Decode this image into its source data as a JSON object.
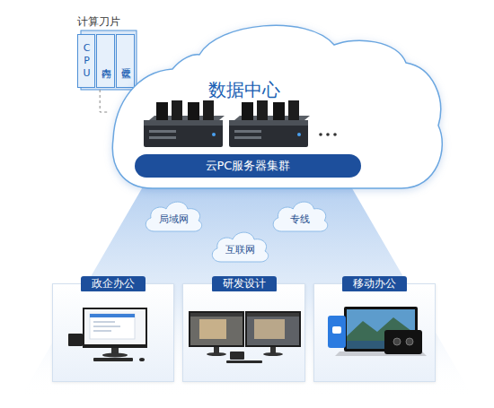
{
  "diagram": {
    "nodes": [
      {
        "text": [
          "计算刀片"
        ]
      },
      {
        "text": [
          "CPU"
        ],
        "in": 0
      },
      {
        "text": [
          "内存"
        ],
        "in": 0
      },
      {
        "text": [
          "硬盘"
        ],
        "in": 0
      },
      {
        "text": [
          "数据中心"
        ]
      },
      {
        "text": [
          "云PC服务器集群"
        ],
        "in": 4
      },
      {
        "text": [
          "局域网"
        ]
      },
      {
        "text": [
          "专线"
        ]
      },
      {
        "text": [
          "互联网"
        ]
      },
      {
        "text": [
          "政企办公"
        ]
      },
      {
        "text": [
          "研发设计"
        ]
      },
      {
        "text": [
          "移动办公"
        ]
      }
    ],
    "edges": [
      {
        "from": 0,
        "to": 4,
        "arrow": "none"
      }
    ]
  }
}
